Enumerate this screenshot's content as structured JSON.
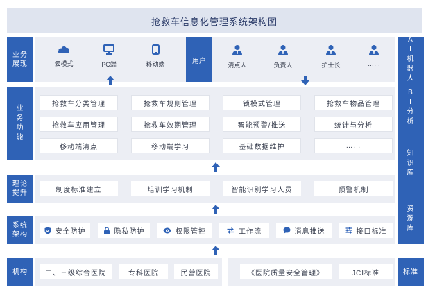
{
  "title": "抢救车信息化管理系统架构图",
  "rows": {
    "display": {
      "label": [
        "业务",
        "展现"
      ],
      "items": [
        {
          "icon": "cloud-icon",
          "label": "云模式"
        },
        {
          "icon": "monitor-icon",
          "label": "PC端"
        },
        {
          "icon": "mobile-icon",
          "label": "移动端"
        }
      ],
      "user_label": "用户",
      "roles": [
        {
          "icon": "person-icon",
          "label": "清点人"
        },
        {
          "icon": "person-icon",
          "label": "负责人"
        },
        {
          "icon": "person-icon",
          "label": "护士长"
        },
        {
          "icon": "person-icon",
          "label": "……"
        }
      ]
    },
    "function": {
      "label": [
        "业",
        "务",
        "功",
        "能"
      ],
      "grid": [
        [
          "抢救车分类管理",
          "抢救车规则管理",
          "锁模式管理",
          "抢救车物品管理"
        ],
        [
          "抢救车应用管理",
          "抢救车效期管理",
          "智能预警/推送",
          "统计与分析"
        ],
        [
          "移动端清点",
          "移动端学习",
          "基础数据维护",
          "……"
        ]
      ]
    },
    "theory": {
      "label": [
        "理论",
        "提升"
      ],
      "items": [
        "制度标准建立",
        "培训学习机制",
        "智能识别学习人员",
        "预警机制"
      ]
    },
    "system": {
      "label": [
        "系统",
        "架构"
      ],
      "items": [
        {
          "icon": "shield-icon",
          "label": "安全防护"
        },
        {
          "icon": "lock-icon",
          "label": "隐私防护"
        },
        {
          "icon": "eye-icon",
          "label": "权限管控"
        },
        {
          "icon": "swap-icon",
          "label": "工作流"
        },
        {
          "icon": "chat-icon",
          "label": "消息推送"
        },
        {
          "icon": "sliders-icon",
          "label": "接口标准"
        }
      ]
    },
    "org": {
      "label": "机构",
      "items": [
        "二、三级综合医院",
        "专科医院",
        "民营医院"
      ],
      "standards": [
        "《医院质量安全管理》",
        "JCI标准"
      ],
      "standard_label": "标准"
    }
  },
  "right_column": [
    [
      "A",
      "I",
      "机",
      "器",
      "人"
    ],
    [
      "B",
      "I",
      "分",
      "析"
    ],
    [
      "知",
      "识",
      "库"
    ],
    [
      "资",
      "源",
      "库"
    ]
  ],
  "colors": {
    "accent": "#2f62b6",
    "band": "#eceef4",
    "title_bg": "#dfe4ef"
  }
}
